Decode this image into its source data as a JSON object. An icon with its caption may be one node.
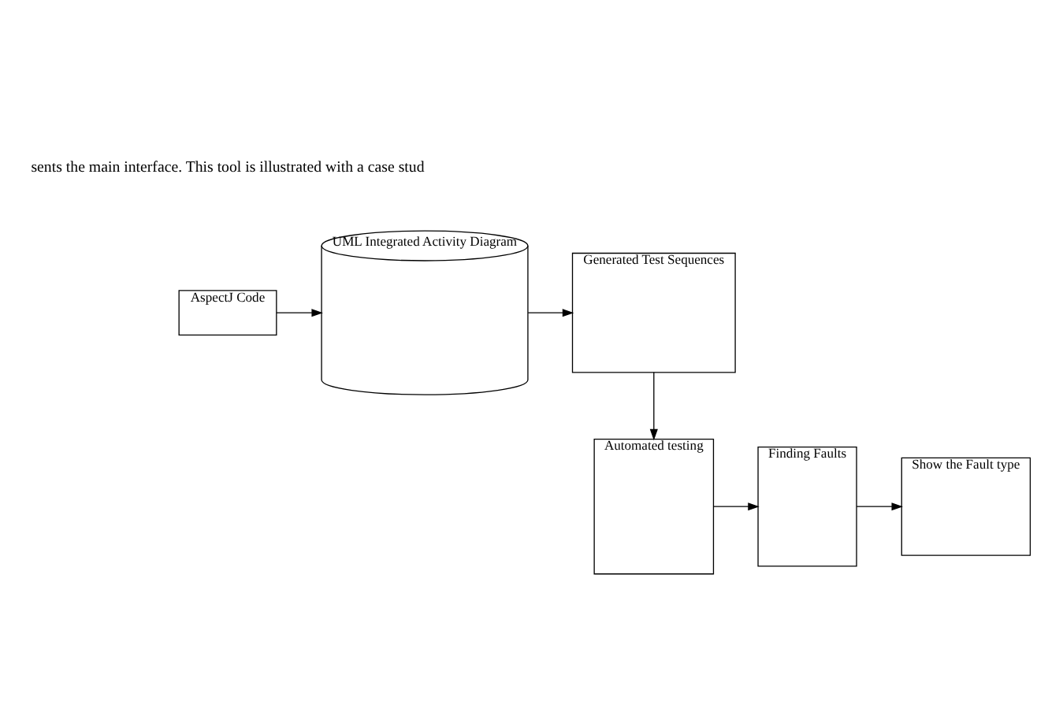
{
  "diagram": {
    "nodes": [
      {
        "text": [
          "AspectJ Code"
        ]
      },
      {
        "text": [
          "UML Integrated Activity Diagram"
        ]
      },
      {
        "text": [
          "Generated Test Sequences"
        ]
      },
      {
        "text": [
          "Automated testing"
        ]
      },
      {
        "text": [
          "Finding Faults"
        ]
      },
      {
        "text": [
          "Show the Fault type"
        ]
      }
    ],
    "edges": [
      {
        "from": 0,
        "to": 1,
        "arrow": "to"
      },
      {
        "from": 1,
        "to": 2,
        "arrow": "to"
      },
      {
        "from": 2,
        "to": 3,
        "arrow": "to"
      },
      {
        "from": 3,
        "to": 4,
        "arrow": "to"
      },
      {
        "from": 4,
        "to": 5,
        "arrow": "to"
      }
    ],
    "labels": [
      "sents the main interface. This tool is illustrated with a case stud"
    ]
  }
}
